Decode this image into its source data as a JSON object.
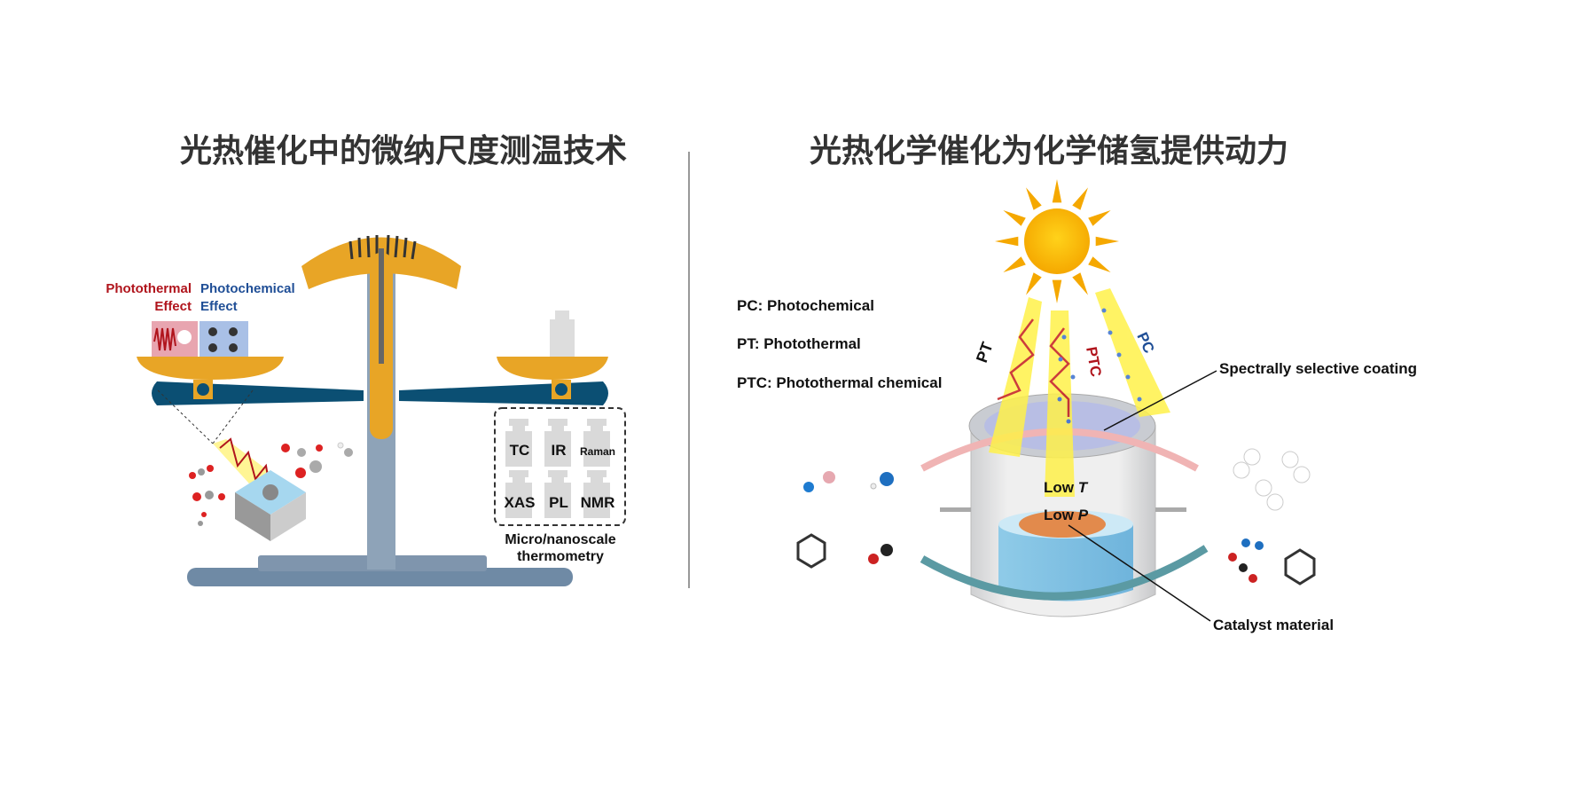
{
  "left_panel": {
    "title": "光热催化中的微纳尺度测温技术",
    "photothermal_label": [
      "Photothermal",
      "Effect"
    ],
    "photochemical_label": [
      "Photochemical",
      "Effect"
    ],
    "weights": [
      "TC",
      "IR",
      "Raman",
      "XAS",
      "PL",
      "NMR"
    ],
    "thermometry_label": [
      "Micro/nanoscale",
      "thermometry"
    ]
  },
  "right_panel": {
    "title": "光热化学催化为化学储氢提供动力",
    "legend": [
      "PC: Photochemical",
      "PT: Photothermal",
      "PTC: Photothermal chemical"
    ],
    "beam_labels": {
      "pt": "PT",
      "ptc": "PTC",
      "pc": "PC"
    },
    "coating_label": "Spectrally selective coating",
    "catalyst_label": "Catalyst material",
    "low_t": {
      "prefix": "Low ",
      "var": "T"
    },
    "low_p": {
      "prefix": "Low ",
      "var": "P"
    }
  },
  "colors": {
    "photothermal": "#b0141c",
    "photochemical": "#1f4e96",
    "gold": "#e8a526",
    "beam": "#0b4f73",
    "stand": "#7f95ad"
  }
}
